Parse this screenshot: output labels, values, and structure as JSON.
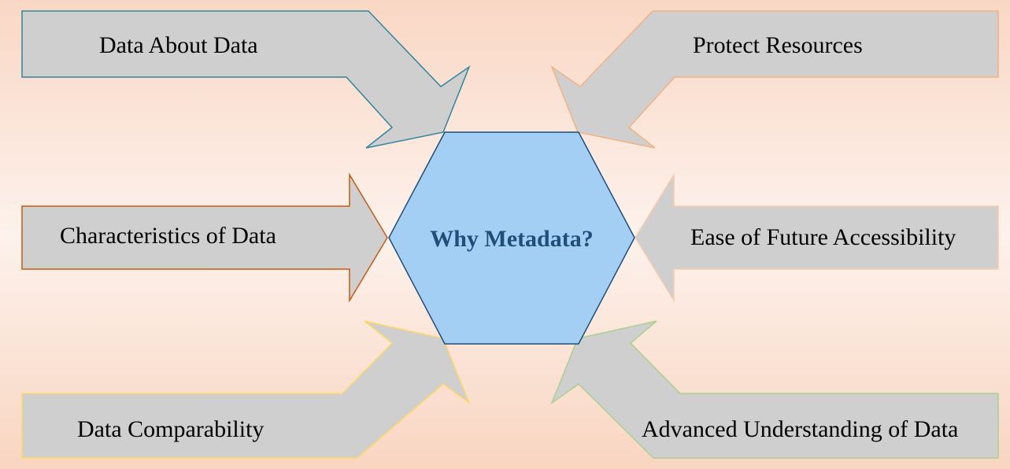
{
  "center": {
    "title": "Why Metadata?",
    "fill": "#a3cff5",
    "stroke": "#1f4e79"
  },
  "arrows": [
    {
      "label": "Data About Data",
      "stroke": "#31859c"
    },
    {
      "label": "Protect Resources",
      "stroke": "#f4b183"
    },
    {
      "label": "Characteristics  of Data",
      "stroke": "#c55a11"
    },
    {
      "label": "Ease of Future Accessibility",
      "stroke": "#f8cbad"
    },
    {
      "label": "Data Comparability",
      "stroke": "#ffd966"
    },
    {
      "label": "Advanced  Understanding  of Data",
      "stroke": "#a9d18e"
    }
  ],
  "arrow_fill": "#cfcfcf"
}
